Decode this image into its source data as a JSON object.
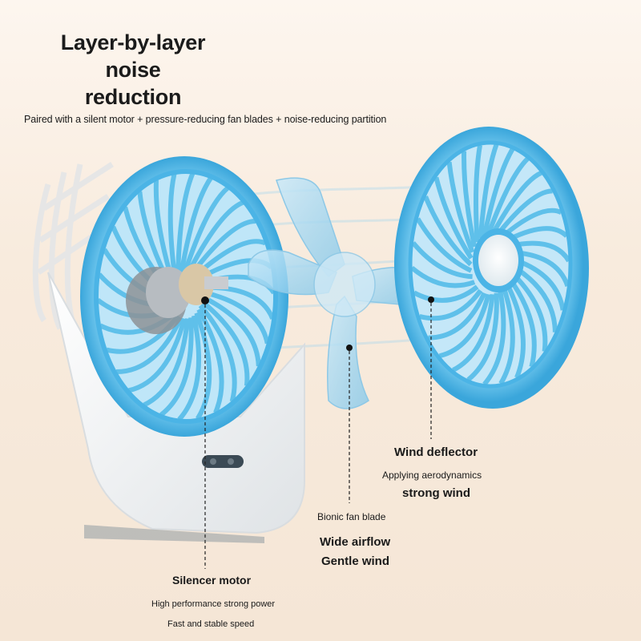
{
  "headline": {
    "line1": "Layer-by-layer noise",
    "line2": "reduction",
    "subtitle": "Paired with a silent motor + pressure-reducing fan blades + noise-reducing partition"
  },
  "callouts": {
    "wind_deflector": {
      "title": "Wind deflector",
      "line1": "Applying aerodynamics",
      "line2": "strong wind"
    },
    "bionic_blade": {
      "title": "Bionic fan blade",
      "line1": "Wide airflow",
      "line2": "Gentle wind"
    },
    "silencer_motor": {
      "title": "Silencer motor",
      "line1": "High performance strong power",
      "line2": "Fast and stable speed"
    }
  },
  "colors": {
    "fan_blue": "#5fc0ea",
    "fan_blue_dark": "#3aa6db",
    "body_white": "#f4f4f4",
    "background": "#f8ebdd"
  }
}
